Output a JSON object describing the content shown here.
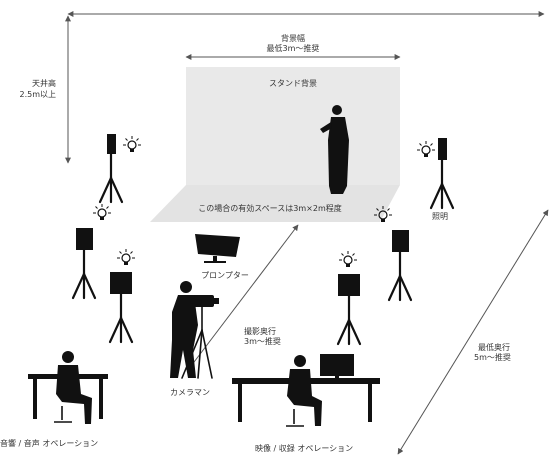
{
  "labels": {
    "ceiling_height": "天井高",
    "ceiling_value": "2.5m以上",
    "bg_width": "背景幅",
    "bg_width_value": "最低3m〜推奨",
    "stand_bg": "スタンド背景",
    "effective_space": "この場合の有効スペースは3m×2m程度",
    "lighting": "照明",
    "prompter": "プロンプター",
    "shoot_depth": "撮影奥行",
    "shoot_depth_value": "3m〜推奨",
    "min_depth": "最低奥行",
    "min_depth_value": "5m〜推奨",
    "cameraman": "カメラマン",
    "audio_operation": "音響 / 音声 オペレーション",
    "video_operation": "映像 / 収録 オペレーション"
  },
  "colors": {
    "ink": "#111111",
    "line": "#555555",
    "backdrop": "#e9e9e9",
    "floor": "#e3e3e3",
    "text": "#333333"
  },
  "icons": [
    "bulb-icon",
    "light-panel-icon",
    "tripod-icon",
    "person-icon",
    "camera-icon",
    "monitor-icon",
    "desk-icon",
    "chair-icon"
  ]
}
